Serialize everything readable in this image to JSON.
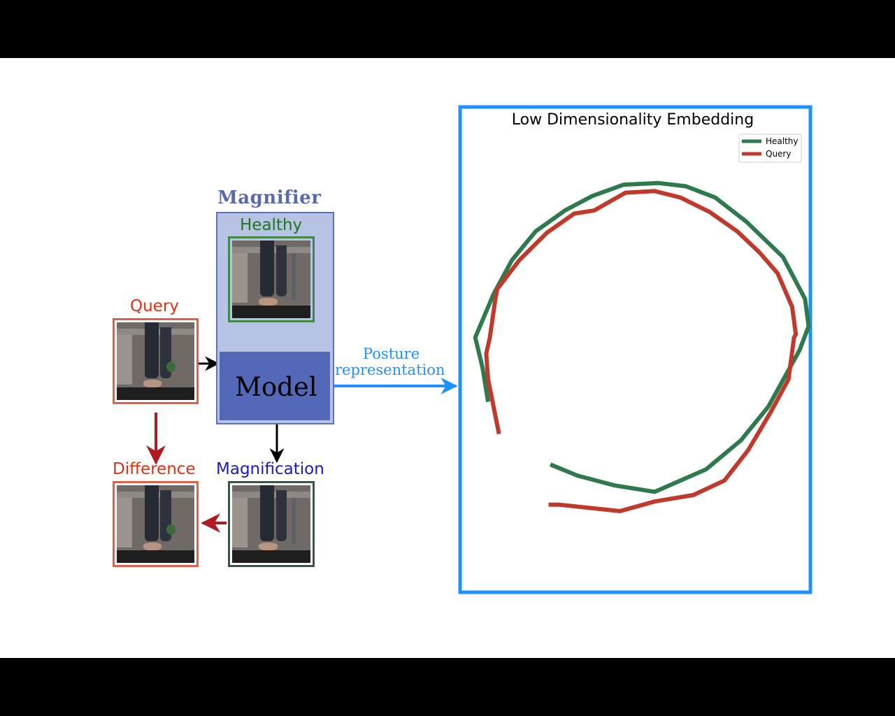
{
  "labels": {
    "magnifier": "Magnifier",
    "healthy": "Healthy",
    "query": "Query",
    "model": "Model",
    "difference": "Difference",
    "magnification": "Magnification",
    "posture_line1": "Posture",
    "posture_line2": "representation"
  },
  "colors": {
    "magnifier_title": "#5a68b0",
    "magnifier_fill": "#b8c2e4",
    "magnifier_border": "#5a72c4",
    "model_fill": "#5468b8",
    "healthy_text": "#1a7a1a",
    "healthy_border": "#3b8a4a",
    "query_text": "#e52d10",
    "query_border": "#e06048",
    "magnification_text": "#1a1acc",
    "magnification_border": "#3c5548",
    "posture_blue": "#1e90ff",
    "dark_red_arrow": "#b01a22",
    "embedding_frame": "#1e90ff"
  },
  "chart_data": {
    "type": "line",
    "title": "Low Dimensionality Embedding",
    "legend_position": "top-right",
    "axes_visible": false,
    "grid": false,
    "series": [
      {
        "name": "Healthy",
        "color": "#2f7a4c",
        "points": [
          [
            -0.79,
            -0.42
          ],
          [
            -0.82,
            -0.21
          ],
          [
            -0.86,
            -0.02
          ],
          [
            -0.76,
            0.25
          ],
          [
            -0.66,
            0.46
          ],
          [
            -0.53,
            0.64
          ],
          [
            -0.37,
            0.77
          ],
          [
            -0.22,
            0.86
          ],
          [
            -0.05,
            0.93
          ],
          [
            0.14,
            0.94
          ],
          [
            0.29,
            0.92
          ],
          [
            0.45,
            0.85
          ],
          [
            0.62,
            0.7
          ],
          [
            0.82,
            0.48
          ],
          [
            0.94,
            0.22
          ],
          [
            0.96,
            0.05
          ],
          [
            0.91,
            -0.1
          ],
          [
            0.74,
            -0.45
          ],
          [
            0.59,
            -0.66
          ],
          [
            0.4,
            -0.84
          ],
          [
            0.12,
            -0.98
          ],
          [
            -0.1,
            -0.94
          ],
          [
            -0.3,
            -0.88
          ],
          [
            -0.45,
            -0.81
          ]
        ]
      },
      {
        "name": "Query",
        "color": "#c0392b",
        "points": [
          [
            -0.73,
            -0.62
          ],
          [
            -0.79,
            -0.28
          ],
          [
            -0.8,
            -0.12
          ],
          [
            -0.78,
            -0.02
          ],
          [
            -0.75,
            0.22
          ],
          [
            -0.74,
            0.28
          ],
          [
            -0.62,
            0.46
          ],
          [
            -0.47,
            0.63
          ],
          [
            -0.32,
            0.75
          ],
          [
            -0.21,
            0.77
          ],
          [
            -0.04,
            0.88
          ],
          [
            0.12,
            0.89
          ],
          [
            0.26,
            0.85
          ],
          [
            0.42,
            0.76
          ],
          [
            0.57,
            0.64
          ],
          [
            0.69,
            0.51
          ],
          [
            0.79,
            0.38
          ],
          [
            0.87,
            0.17
          ],
          [
            0.89,
            0.0
          ],
          [
            0.88,
            -0.02
          ],
          [
            0.85,
            -0.28
          ],
          [
            0.75,
            -0.49
          ],
          [
            0.63,
            -0.72
          ],
          [
            0.5,
            -0.91
          ],
          [
            0.33,
            -1.0
          ],
          [
            0.12,
            -1.04
          ],
          [
            -0.07,
            -1.1
          ],
          [
            -0.4,
            -1.06
          ],
          [
            -0.46,
            -1.06
          ]
        ]
      }
    ]
  }
}
